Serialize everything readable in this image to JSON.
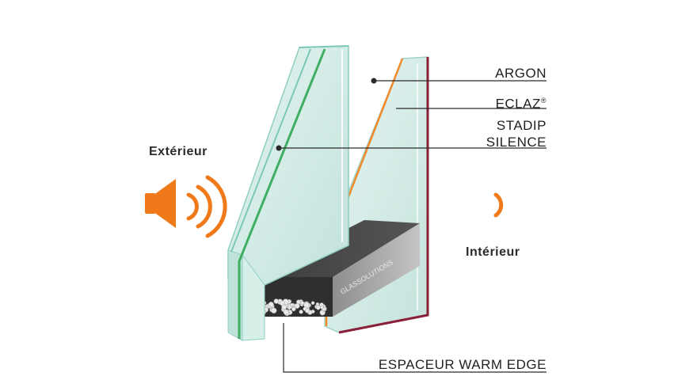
{
  "labels": {
    "argon": "ARGON",
    "eclaz": "ECLAZ",
    "eclaz_mark": "®",
    "stadip_line1": "STADIP",
    "stadip_line2": "SILENCE",
    "spacer": "ESPACEUR WARM EDGE",
    "exterior": "Extérieur",
    "interior": "Intérieur"
  },
  "spacer_print": "GLASSOLUTIONS",
  "icons": {
    "exterior": "speaker-loud-icon",
    "interior": "sound-wave-quiet-icon"
  },
  "colors": {
    "accent_orange": "#f07a1a",
    "glass_tint": "#cfe9e4",
    "glass_edge": "#7cc8b8",
    "eclaz_edge": "#f08a2a",
    "silence_film": "#3fae62",
    "frame_bordeaux": "#8a1f3a",
    "spacer": "#3a3a3a",
    "leader_line": "#2a2a2a"
  }
}
